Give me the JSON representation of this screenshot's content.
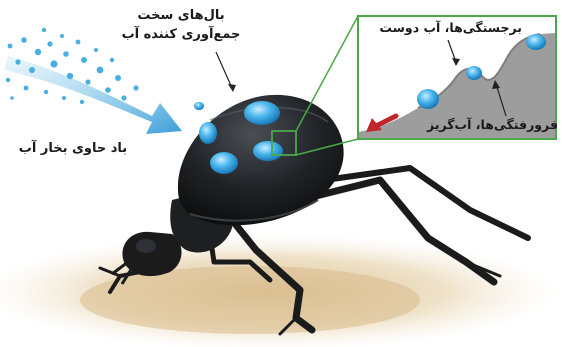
{
  "labels": {
    "elytra_line1": "بال‌های سخت",
    "elytra_line2": "جمع‌آوری کننده آب",
    "wind": "باد حاوی بخار آب",
    "hydrophilic": "برجستگی‌ها، آب دوست",
    "hydrophobic": "فرورفتگی‌ها، آب‌گریز"
  },
  "colors": {
    "inset_border": "#4aa84a",
    "droplet": "#29a3e0",
    "arrow_red": "#c0272d",
    "beetle": "#1b1b1b",
    "sand": "#e6cfa6",
    "surface_gray": "#9d9d9d"
  }
}
